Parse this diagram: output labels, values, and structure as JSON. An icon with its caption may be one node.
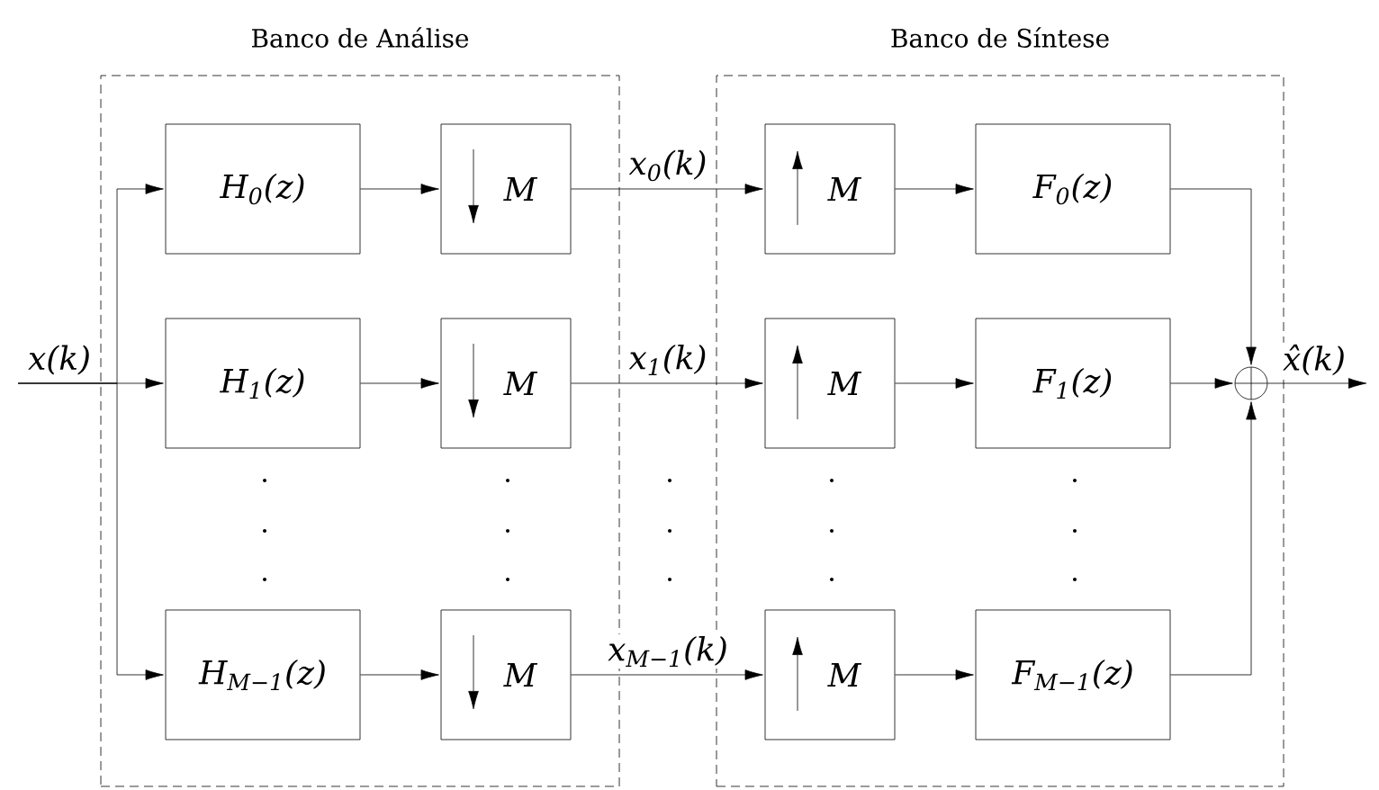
{
  "diagram": {
    "nodes": [
      {
        "text": [
          "Banco de Análise"
        ]
      },
      {
        "text": [
          "Banco de Síntese"
        ]
      },
      {
        "text": [
          "H$_{0}$(z)"
        ],
        "in": 0
      },
      {
        "text": [
          "M"
        ],
        "in": 0
      },
      {
        "text": [
          "H$_{1}$(z)"
        ],
        "in": 0
      },
      {
        "text": [
          "M"
        ],
        "in": 0
      },
      {
        "text": [
          "H$_{M−1}$(z)"
        ],
        "in": 0
      },
      {
        "text": [
          "M"
        ],
        "in": 0
      },
      {
        "text": [
          "M"
        ],
        "in": 1
      },
      {
        "text": [
          "F$_{0}$(z)"
        ],
        "in": 1
      },
      {
        "text": [
          "M"
        ],
        "in": 1
      },
      {
        "text": [
          "F$_{1}$(z)"
        ],
        "in": 1
      },
      {
        "text": [
          "M"
        ],
        "in": 1
      },
      {
        "text": [
          "F$_{M−1}$(z)"
        ],
        "in": 1
      },
      {
        "text": [],
        "shape": "circle",
        "in": 1
      }
    ],
    "edges": [
      {
        "from": null,
        "to": 2,
        "arrow": "to"
      },
      {
        "from": null,
        "to": 4,
        "arrow": "to",
        "label": "x(k)"
      },
      {
        "from": null,
        "to": 6,
        "arrow": "to"
      },
      {
        "from": 2,
        "to": 3,
        "arrow": "to"
      },
      {
        "from": 4,
        "to": 5,
        "arrow": "to"
      },
      {
        "from": 6,
        "to": 7,
        "arrow": "to"
      },
      {
        "from": 3,
        "to": 8,
        "arrow": "to",
        "label": "x$_{0}$(k)"
      },
      {
        "from": 5,
        "to": 10,
        "arrow": "to",
        "label": "x$_{1}$(k)"
      },
      {
        "from": 7,
        "to": 12,
        "arrow": "to",
        "label": "x$_{M−1}$(k)"
      },
      {
        "from": 8,
        "to": 9,
        "arrow": "to"
      },
      {
        "from": 10,
        "to": 11,
        "arrow": "to"
      },
      {
        "from": 12,
        "to": 13,
        "arrow": "to"
      },
      {
        "from": 9,
        "to": 14,
        "arrow": "to"
      },
      {
        "from": 11,
        "to": 14,
        "arrow": "to"
      },
      {
        "from": 13,
        "to": 14,
        "arrow": "to"
      },
      {
        "from": 14,
        "to": null,
        "arrow": "to",
        "label": "x̂(k)"
      }
    ]
  }
}
